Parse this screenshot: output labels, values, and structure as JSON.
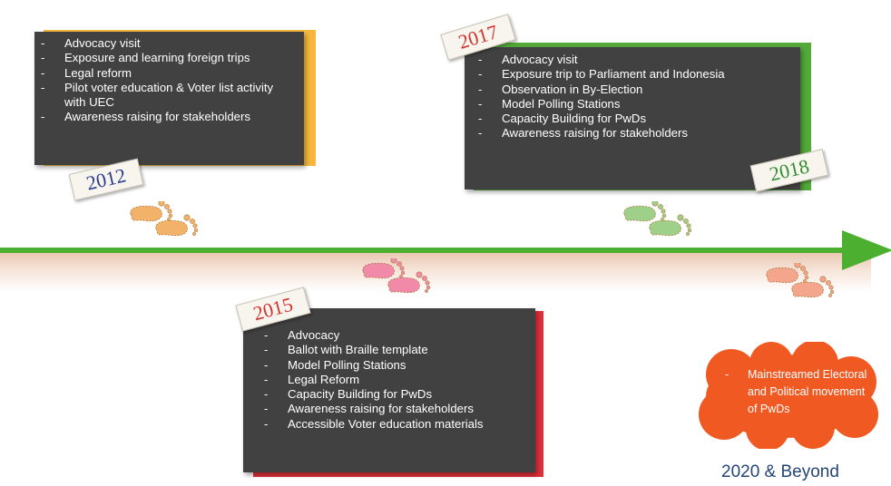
{
  "colors": {
    "timeline_arrow": "#4caf2f",
    "panel_dark": "#414141",
    "frame_2012": "#f6b73c",
    "frame_2017": "#53a93a",
    "frame_2015": "#e0303a",
    "cloud": "#f05a22",
    "year_2012": "#2c3c8c",
    "year_2017": "#d3342c",
    "year_2015": "#d3342c",
    "year_2018": "#2f8e2f",
    "beyond_text": "#244576"
  },
  "milestones": {
    "m2012": {
      "year": "2012",
      "items": [
        "Advocacy visit",
        "Exposure and learning foreign trips",
        "Legal reform",
        "Pilot voter education & Voter list activity",
        "with UEC",
        "Awareness raising for stakeholders"
      ]
    },
    "m2017": {
      "year_start": "2017",
      "year_end": "2018",
      "items": [
        "Advocacy visit",
        "Exposure trip to Parliament and Indonesia",
        "Observation in By-Election",
        "Model Polling Stations",
        "Capacity Building for PwDs",
        "Awareness raising for stakeholders"
      ]
    },
    "m2015": {
      "year": "2015",
      "items": [
        "Advocacy",
        "Ballot with Braille template",
        "Model Polling Stations",
        "Legal Reform",
        "Capacity Building for PwDs",
        "Awareness raising for stakeholders",
        "Accessible Voter education materials"
      ]
    },
    "future": {
      "items": [
        "Mainstreamed Electoral and Political movement of PwDs"
      ],
      "label": "2020 & Beyond"
    }
  },
  "footprints": [
    {
      "color": "#f2b26a"
    },
    {
      "color": "#f08aa8"
    },
    {
      "color": "#9fd08a"
    },
    {
      "color": "#f3a68c"
    }
  ]
}
